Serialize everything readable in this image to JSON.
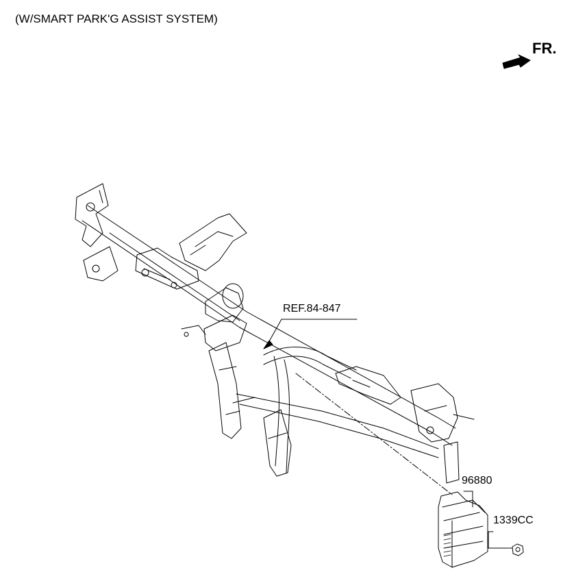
{
  "header": {
    "variant_label": "(W/SMART PARK'G ASSIST SYSTEM)"
  },
  "orientation": {
    "front_label": "FR."
  },
  "callouts": {
    "reference": "REF.84-847",
    "parts": [
      {
        "number": "96880"
      },
      {
        "number": "1339CC"
      }
    ]
  }
}
